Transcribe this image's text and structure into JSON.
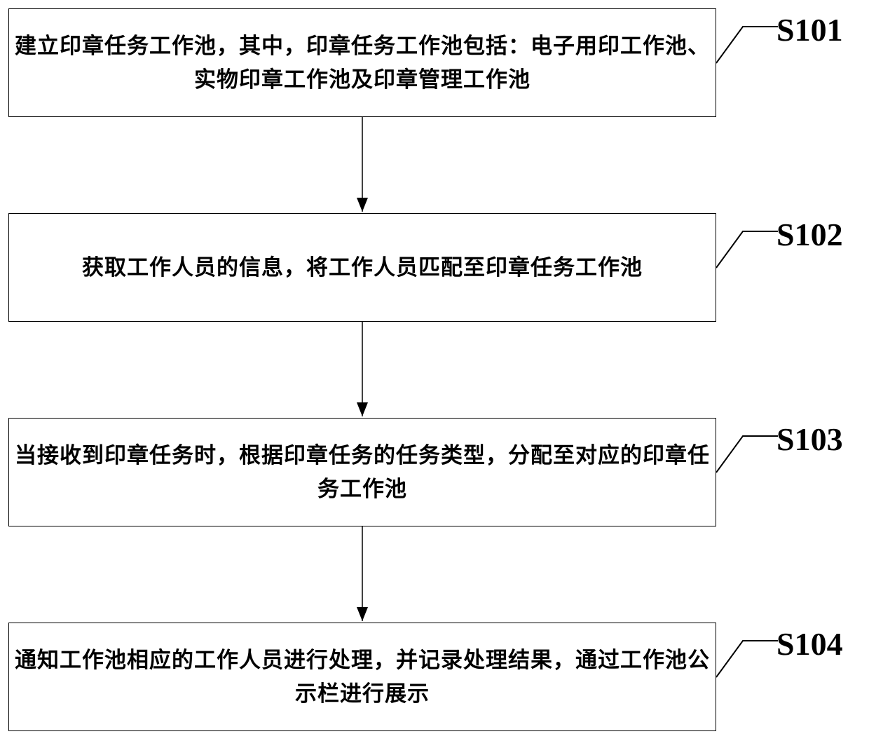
{
  "steps": [
    {
      "id": "S101",
      "text": "建立印章任务工作池，其中，印章任务工作池包括：电子用印工作池、实物印章工作池及印章管理工作池"
    },
    {
      "id": "S102",
      "text": "获取工作人员的信息，将工作人员匹配至印章任务工作池"
    },
    {
      "id": "S103",
      "text": "当接收到印章任务时，根据印章任务的任务类型，分配至对应的印章任务工作池"
    },
    {
      "id": "S104",
      "text": "通知工作池相应的工作人员进行处理，并记录处理结果，通过工作池公示栏进行展示"
    }
  ]
}
